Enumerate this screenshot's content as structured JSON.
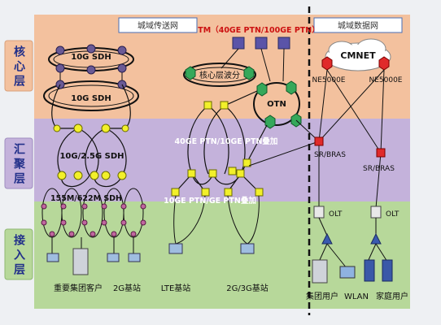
{
  "layers": {
    "core": "核心层",
    "aggregation": "汇聚层",
    "access": "接入层"
  },
  "headers": {
    "transport": "城域传送网",
    "data": "城域数据网"
  },
  "labels": {
    "wdm_tag": "TM（40GE PTN/100GE PTN）",
    "sdh_top": "10G SDH",
    "sdh_mid": "10G SDH",
    "core_wdm": "核心层波分",
    "otn": "OTN",
    "cmnet": "CMNET",
    "ne_left": "NE5000E",
    "ne_right": "NE5000E",
    "agg_ptn": "40GE PTN/10GE PTN叠加",
    "sdh_agg": "10G/2.5G SDH",
    "srbras_left": "SR/BRAS",
    "srbras_right": "SR/BRAS",
    "sdh_access": "155M/622M SDH",
    "access_ptn": "10GE PTN/GE PTN叠加",
    "olt_left": "OLT",
    "olt_right": "OLT"
  },
  "customers": {
    "key_group": "重要集团客户",
    "bs_2g": "2G基站",
    "lte": "LTE基站",
    "bs_2g3g": "2G/3G基站",
    "group_user": "集团用户",
    "wlan": "WLAN",
    "home_user": "家庭用户"
  },
  "colors": {
    "core_band": "#f3c19e",
    "agg_band": "#c4b2db",
    "access_band": "#b7d89a",
    "sdh_node": "#6a5a95",
    "agg_node": "#f2f02a",
    "access_node": "#c0679f",
    "otn_node": "#35a85a",
    "router": "#e02a2a",
    "accent_red": "#cc1111"
  }
}
